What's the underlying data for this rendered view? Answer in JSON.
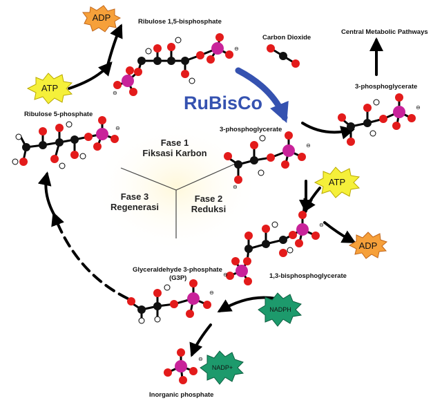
{
  "labels": {
    "rubp": "Ribulose 1,5-bisphosphate",
    "co2": "Carbon Dioxide",
    "central": "Central Metabolic Pathways",
    "pga_top": "3-phosphoglycerate",
    "pga_mid": "3-phosphoglycerate",
    "bpg": "1,3-bisphosphoglycerate",
    "g3p_line1": "Glyceraldehyde 3-phosphate",
    "g3p_line2": "(G3P)",
    "pi": "Inorganic phosphate",
    "ru5p": "Ribulose 5-phosphate",
    "enzyme": "RuBisCo"
  },
  "phases": {
    "p1_title": "Fase 1",
    "p1_name": "Fiksasi Karbon",
    "p2_title": "Fase 2",
    "p2_name": "Reduksi",
    "p3_title": "Fase 3",
    "p3_name": "Regenerasi"
  },
  "badges": {
    "atp_left": "ATP",
    "adp_top": "ADP",
    "atp_right": "ATP",
    "adp_right": "ADP",
    "nadph": "NADPH",
    "nadp": "NADP+"
  },
  "charge_symbol": "⊖",
  "colors": {
    "oxygen": "#e31b1b",
    "carbon": "#111111",
    "hydrogen": "#ffffff",
    "phosphorus": "#c8239a",
    "rubisco": "#3552b0",
    "atp_fill": "#f5f03a",
    "adp_fill": "#f6a03a",
    "nadph_fill": "#1d9a6c"
  }
}
